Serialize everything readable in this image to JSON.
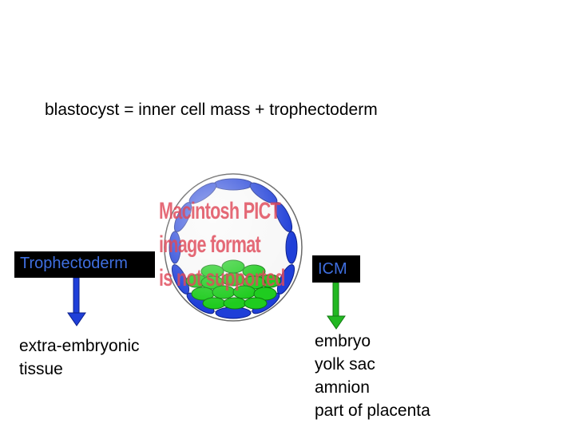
{
  "heading": "blastocyst = inner cell mass + trophectoderm",
  "labels": {
    "trophectoderm": "Trophectoderm",
    "icm": "ICM"
  },
  "derivatives": {
    "trophectoderm": [
      "extra-embryonic",
      "tissue"
    ],
    "icm": [
      "embryo",
      "yolk sac",
      "amnion",
      "part of placenta"
    ]
  },
  "placeholder_image_text": [
    "Macintosh PICT",
    "image format",
    "is not supported"
  ],
  "colors": {
    "trophectoderm_arrow": "#1f3fd8",
    "icm_arrow": "#22b822",
    "trophectoderm_cells": "#1f3fd8",
    "icm_cells": "#1fcc1f",
    "label_box": "#000000",
    "label_text": "#3f6fe0"
  }
}
